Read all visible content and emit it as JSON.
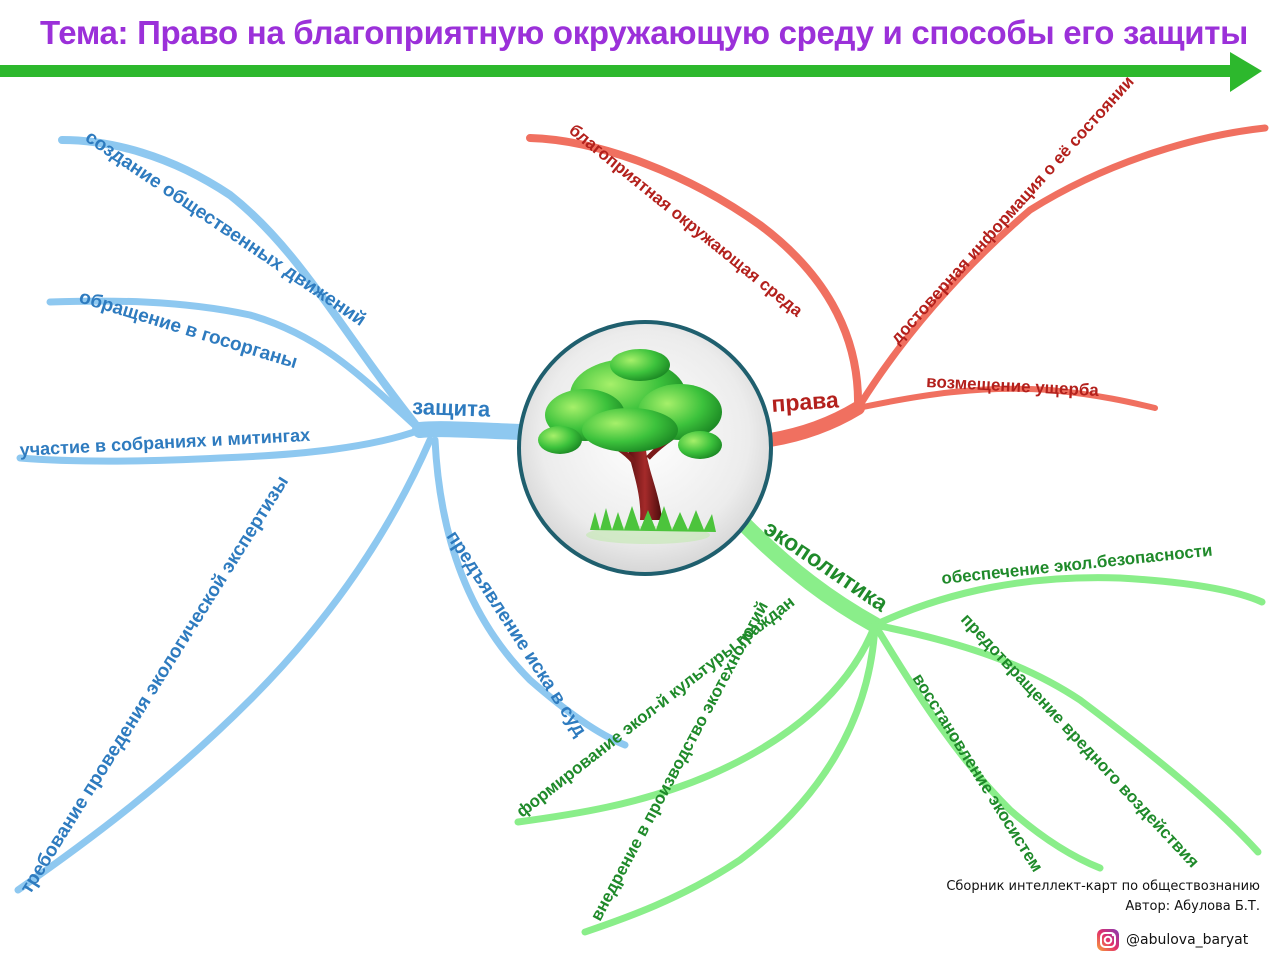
{
  "title": "Тема:  Право на благоприятную окружающую среду и способы его защиты",
  "colors": {
    "title": "#9b30d9",
    "arrow": "#2db82d",
    "protection_branch": "#8ec8f0",
    "rights_branch": "#f07060",
    "ecopolicy_branch": "#8aee8a",
    "center_ring": "#1f5f6e"
  },
  "center_icon": "tree-icon",
  "branches": {
    "protection": {
      "hub": "защита",
      "items": [
        "создание общественных движений",
        "обращение в госорганы",
        "участие в собраниях и митингах",
        "требование проведения экологической экспертизы",
        "предъявление иска в суд"
      ]
    },
    "rights": {
      "hub": "права",
      "items": [
        "благоприятная окружающая среда",
        "достоверная информация о её состоянии",
        "возмещение ущерба"
      ]
    },
    "ecopolicy": {
      "hub": "экополитика",
      "items": [
        "обеспечение экол.безопасности",
        "предотвращение вредного воздействия",
        "восстановление экосистем",
        "внедрение в производство экотехнологий",
        "формирование экол-й культуры граждан"
      ]
    }
  },
  "credits": {
    "line1": "Сборник интеллект-карт по обществознанию",
    "line2": "Автор: Абулова Б.Т."
  },
  "instagram": {
    "icon": "instagram-icon",
    "handle": "@abulova_baryat"
  }
}
